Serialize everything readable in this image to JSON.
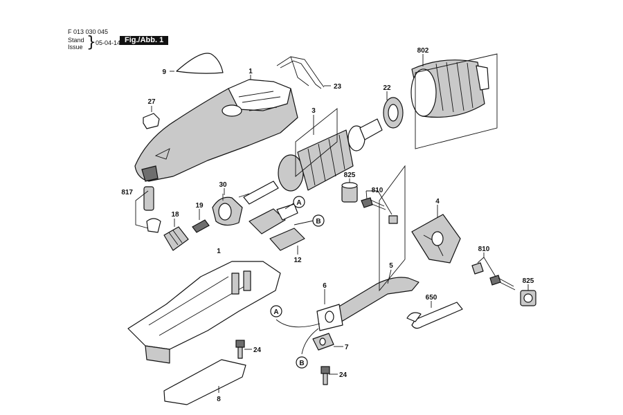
{
  "header": {
    "code": "F 013 030 045",
    "stand": "Stand",
    "issue": "Issue",
    "date": "05-04-14",
    "fig": "Fig./Abb. 1"
  },
  "parts": {
    "p9": "9",
    "p1_top": "1",
    "p27": "27",
    "p23": "23",
    "p802": "802",
    "p22": "22",
    "p3": "3",
    "p817": "817",
    "p30": "30",
    "p18": "18",
    "p19": "19",
    "p825_top": "825",
    "p810_top": "810",
    "p4": "4",
    "pA_top": "A",
    "pB_top": "B",
    "p12": "12",
    "p1_bottom": "1",
    "p5": "5",
    "p6": "6",
    "pA_bottom": "A",
    "p7": "7",
    "pB_bottom": "B",
    "p650": "650",
    "p810_bottom": "810",
    "p825_bottom": "825",
    "p24_left": "24",
    "p24_right": "24",
    "p8": "8"
  }
}
